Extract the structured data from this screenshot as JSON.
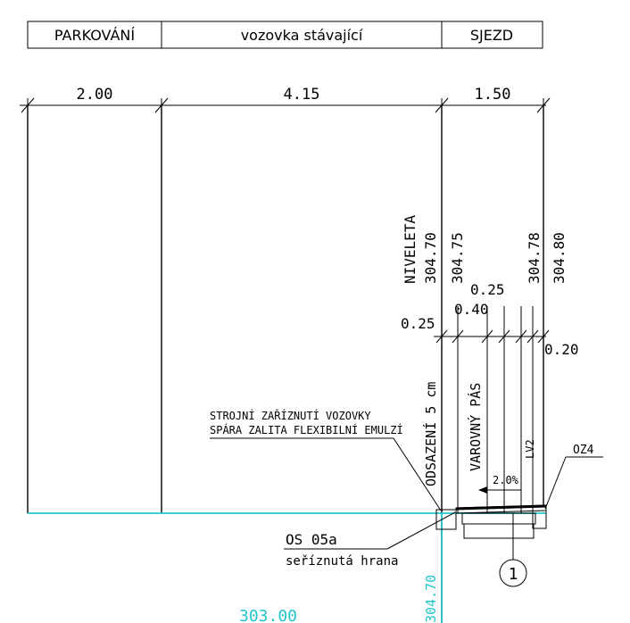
{
  "colors": {
    "ink": "#000000",
    "cyan": "#22c6cc",
    "background": "#ffffff"
  },
  "header": {
    "cells": [
      "PARKOVÁNÍ",
      "vozovka stávající",
      "SJEZD"
    ]
  },
  "dimensions_top": [
    "2.00",
    "4.15",
    "1.50"
  ],
  "levels": {
    "niveleta_label": "NIVELETA",
    "values": [
      "304.70",
      "304.75",
      "304.78",
      "304.80"
    ]
  },
  "detail_dims": {
    "d025_top": "0.25",
    "d040": "0.40",
    "d025_left": "0.25",
    "d020": "0.20"
  },
  "labels": {
    "odsazeni": "ODSAZENÍ 5 cm",
    "varovny_pas": "VAROVNÝ PÁS",
    "lv2": "LV2",
    "slope": "2.0%",
    "oz4": "OZ4",
    "note_line1": "STROJNÍ ZAŘÍZNUTÍ VOZOVKY",
    "note_line2": "SPÁRA ZALITA FLEXIBILNÍ EMULZÍ",
    "os_code": "OS 05a",
    "os_desc": "seříznutá hrana",
    "callout_number": "1",
    "level_bottom": "304.70",
    "level_cyan": "303.00"
  }
}
